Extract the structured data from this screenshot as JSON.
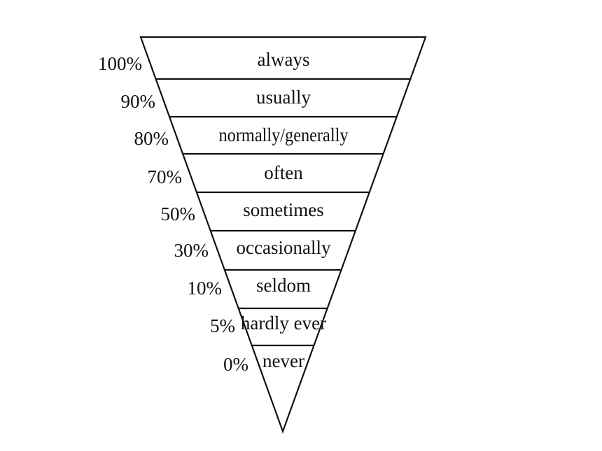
{
  "diagram": {
    "stroke_color": "#111111",
    "background": "#ffffff",
    "levels": [
      {
        "percent": "100%",
        "word": "always"
      },
      {
        "percent": "90%",
        "word": "usually"
      },
      {
        "percent": "80%",
        "word": "normally/generally"
      },
      {
        "percent": "70%",
        "word": "often"
      },
      {
        "percent": "50%",
        "word": "sometimes"
      },
      {
        "percent": "30%",
        "word": "occasionally"
      },
      {
        "percent": "10%",
        "word": "seldom"
      },
      {
        "percent": "5%",
        "word": "hardly ever"
      },
      {
        "percent": "0%",
        "word": "never"
      }
    ]
  }
}
